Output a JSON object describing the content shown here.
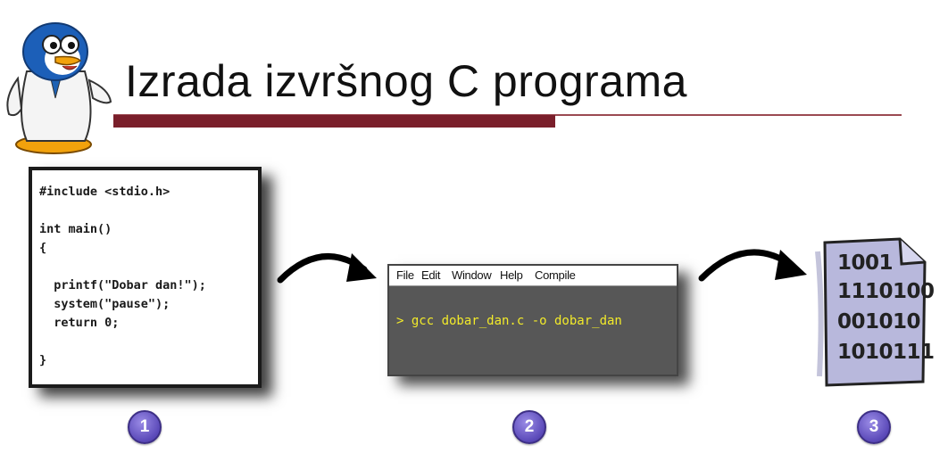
{
  "title": "Izrada izvršnog C programa",
  "code": {
    "lines": [
      "#include <stdio.h>",
      "",
      "int main()",
      "{",
      "",
      "  printf(\"Dobar dan!\");",
      "  system(\"pause\");",
      "  return 0;",
      "",
      "}"
    ]
  },
  "terminal": {
    "menu": [
      "File",
      "Edit",
      "Window",
      "Help",
      "Compile"
    ],
    "command": "> gcc dobar_dan.c -o dobar_dan"
  },
  "binary_file": {
    "lines": [
      "1001",
      "1110100",
      "001010",
      "1010111"
    ]
  },
  "steps": [
    "1",
    "2",
    "3"
  ],
  "colors": {
    "accent_rule": "#7a1f2b",
    "terminal_bg": "#575757",
    "terminal_text": "#f2ea2a",
    "step_badge": "#5a49b8"
  },
  "icons": {
    "mascot": "penguin-scientist-icon",
    "arrow": "curved-arrow-icon",
    "file": "binary-file-icon"
  }
}
